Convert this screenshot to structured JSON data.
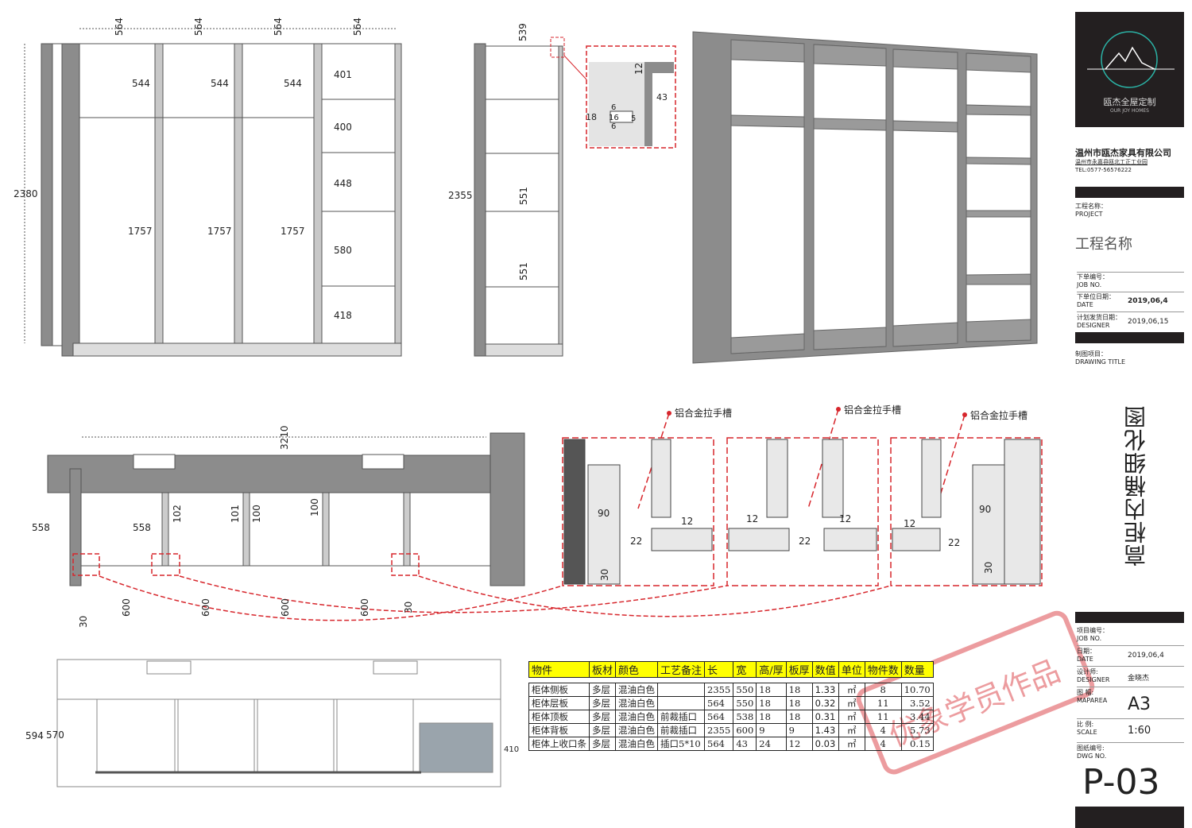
{
  "logo": {
    "name": "瓯杰全屋定制",
    "sub": "OUR JOY HOMES"
  },
  "company": {
    "name": "温州市瓯杰家具有限公司",
    "address": "温州市永嘉县瓯北工正工业园",
    "tel": "TEL:0577-56576222"
  },
  "project": {
    "label_cn": "工程名称：",
    "label_en": "PROJECT",
    "value": "工程名称"
  },
  "order": {
    "job_cn": "下单编号：",
    "job_en": "JOB NO.",
    "date_cn": "下单位日期：",
    "date_en": "DATE",
    "date_val": "2019,06,4",
    "ship_cn": "计划发货日期：",
    "ship_en": "DESIGNER",
    "ship_val": "2019,06,15",
    "drawing_cn": "制图项目：",
    "drawing_en": "DRAWING TITLE"
  },
  "drawing_title": "高柜内桶细化图",
  "meta": {
    "job_cn": "项目编号：",
    "job_en": "JOB NO.",
    "date_cn": "日期：",
    "date_en": "DATE",
    "date_val": "2019,06,4",
    "designer_cn": "设计师:",
    "designer_en": "DESIGNER",
    "designer_val": "金晓杰",
    "area_cn": "图 幅:",
    "area_en": "MAPAREA",
    "area_val": "A3",
    "scale_cn": "比 例:",
    "scale_en": "SCALE",
    "scale_val": "1:60",
    "dwg_cn": "图纸编号:",
    "dwg_en": "DWG NO.",
    "dwg_val": "P-03"
  },
  "front": {
    "top_widths": [
      "564",
      "564",
      "564",
      "564"
    ],
    "height": "2380",
    "upper": [
      "544",
      "544",
      "544"
    ],
    "lower": [
      "1757",
      "1757",
      "1757"
    ],
    "right_col": [
      "401",
      "400",
      "448",
      "580",
      "418"
    ]
  },
  "side": {
    "depth": "539",
    "height": "2355",
    "gaps": [
      "551",
      "551"
    ]
  },
  "detail": {
    "a": "12",
    "b": "43",
    "c": "18",
    "d": "6",
    "e": "16",
    "f": "5",
    "g": "6"
  },
  "plan": {
    "width": "3210",
    "left_depth": "558",
    "inner_depth": "558",
    "gaps": [
      "102",
      "101",
      "100",
      "100"
    ],
    "bottom": [
      "30",
      "600",
      "600",
      "600",
      "600",
      "30"
    ]
  },
  "sections": [
    {
      "label": "铝合金拉手槽",
      "dims": [
        "90",
        "22",
        "12",
        "30"
      ]
    },
    {
      "label": "铝合金拉手槽",
      "dims": [
        "12",
        "22",
        "12"
      ]
    },
    {
      "label": "铝合金拉手槽",
      "dims": [
        "12",
        "22",
        "90",
        "30"
      ]
    }
  ],
  "bottom_elev": {
    "h1": "594",
    "h2": "570",
    "h3": "410"
  },
  "watermark": "优象学员作品",
  "colors": {
    "accent": "#d7262c",
    "dark": "#231f20",
    "panel": "#8c8c8c",
    "header": "#ffff00"
  },
  "table": {
    "headers": [
      "物件",
      "板材",
      "颜色",
      "工艺备注",
      "长",
      "宽",
      "高/厚",
      "板厚",
      "数值",
      "单位",
      "物件数",
      "数量"
    ],
    "rows": [
      [
        "柜体侧板",
        "多层",
        "混油白色",
        "",
        "2355",
        "550",
        "18",
        "18",
        "1.33",
        "㎡",
        "8",
        "10.70"
      ],
      [
        "柜体层板",
        "多层",
        "混油白色",
        "",
        "564",
        "550",
        "18",
        "18",
        "0.32",
        "㎡",
        "11",
        "3.52"
      ],
      [
        "柜体顶板",
        "多层",
        "混油白色",
        "前裁插口",
        "564",
        "538",
        "18",
        "18",
        "0.31",
        "㎡",
        "11",
        "3.44"
      ],
      [
        "柜体背板",
        "多层",
        "混油白色",
        "前裁插口",
        "2355",
        "600",
        "9",
        "9",
        "1.43",
        "㎡",
        "4",
        "5.73"
      ],
      [
        "柜体上收口条",
        "多层",
        "混油白色",
        "插口5*10",
        "564",
        "43",
        "24",
        "12",
        "0.03",
        "㎡",
        "4",
        "0.15"
      ]
    ]
  }
}
